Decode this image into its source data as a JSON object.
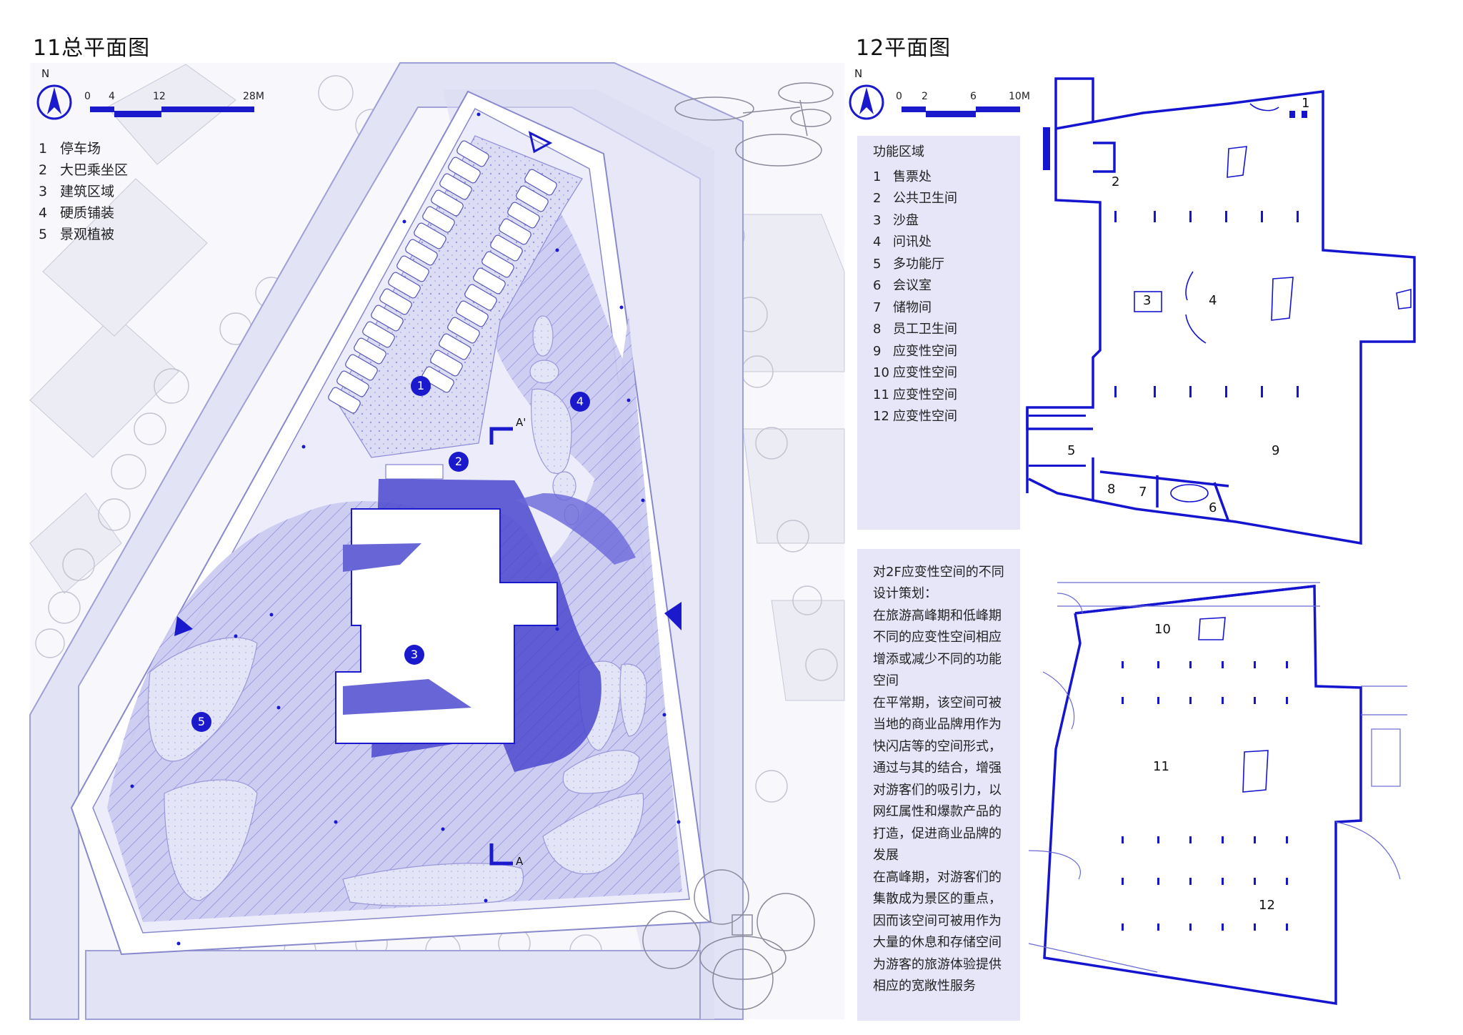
{
  "site_plan": {
    "title": "11总平面图",
    "north": "N",
    "scale": [
      "0",
      "4",
      "12",
      "28M"
    ],
    "legend": [
      {
        "num": "1",
        "label": "停车场"
      },
      {
        "num": "2",
        "label": "大巴乘坐区"
      },
      {
        "num": "3",
        "label": "建筑区域"
      },
      {
        "num": "4",
        "label": "硬质铺装"
      },
      {
        "num": "5",
        "label": "景观植被"
      }
    ],
    "markers": [
      "1",
      "2",
      "3",
      "4",
      "5"
    ],
    "section_marks": [
      "A'",
      "A"
    ]
  },
  "floor_plan": {
    "title": "12平面图",
    "north": "N",
    "scale": [
      "0",
      "2",
      "6",
      "10M"
    ],
    "functions_title": "功能区域",
    "functions": [
      {
        "num": "1",
        "label": "售票处"
      },
      {
        "num": "2",
        "label": "公共卫生间"
      },
      {
        "num": "3",
        "label": "沙盘"
      },
      {
        "num": "4",
        "label": "问讯处"
      },
      {
        "num": "5",
        "label": "多功能厅"
      },
      {
        "num": "6",
        "label": "会议室"
      },
      {
        "num": "7",
        "label": "储物间"
      },
      {
        "num": "8",
        "label": "员工卫生间"
      },
      {
        "num": "9",
        "label": "应变性空间"
      },
      {
        "num": "10",
        "label": "应变性空间"
      },
      {
        "num": "11",
        "label": "应变性空间"
      },
      {
        "num": "12",
        "label": "应变性空间"
      }
    ],
    "room_labels_1f": [
      "1",
      "2",
      "3",
      "4",
      "5",
      "6",
      "7",
      "8",
      "9"
    ],
    "room_labels_2f": [
      "10",
      "11",
      "12"
    ],
    "strategy_text": [
      "对2F应变性空间的不同",
      "设计策划：",
      "在旅游高峰期和低峰期",
      "不同的应变性空间相应",
      "增添或减少不同的功能",
      "空间",
      "在平常期，该空间可被",
      "当地的商业品牌用作为",
      "快闪店等的空间形式，",
      "通过与其的结合，增强",
      "对游客们的吸引力，以",
      "网红属性和爆款产品的",
      "打造，促进商业品牌的",
      "发展",
      "在高峰期，对游客们的",
      "集散成为景区的重点，",
      "因而该空间可被用作为",
      "大量的休息和存储空间",
      "为游客的旅游体验提供",
      "相应的宽敞性服务"
    ]
  },
  "colors": {
    "accent": "#1a1acc",
    "plan_line": "#1515d0",
    "panel": "#e6e6f8",
    "site_light": "#d9d9f3",
    "site_mid": "#b8b8ec",
    "site_dark": "#7b79df"
  }
}
